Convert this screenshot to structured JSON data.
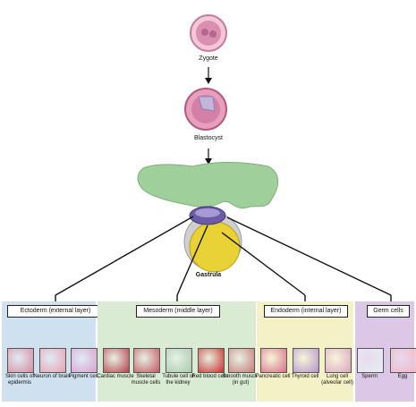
{
  "stages": {
    "zygote": "Zygote",
    "blastocyst": "Blastocyst",
    "gastrula": "Gastrula"
  },
  "layers": [
    {
      "name": "Ectoderm (external layer)",
      "color": "#cfe1ee",
      "cells": [
        {
          "label": "Skin cells of epidermis",
          "color": "#d98aa0"
        },
        {
          "label": "Neuron of brain",
          "color": "#e8a0b2"
        },
        {
          "label": "Pigment cell",
          "color": "#d9a0d0"
        }
      ]
    },
    {
      "name": "Mesoderm (middle layer)",
      "color": "#d9ebd3",
      "cells": [
        {
          "label": "Cardiac muscle",
          "color": "#b9404e"
        },
        {
          "label": "Skeletal muscle cells",
          "color": "#c45563"
        },
        {
          "label": "Tubule cell of the kidney",
          "color": "#a9c8b0"
        },
        {
          "label": "Red blood cells",
          "color": "#cc2a2a"
        },
        {
          "label": "Smooth muscle (in gut)",
          "color": "#c97a7a"
        }
      ]
    },
    {
      "name": "Endoderm (internal layer)",
      "color": "#f4f1c6",
      "cells": [
        {
          "label": "Pancreatic cell",
          "color": "#d56f8a"
        },
        {
          "label": "Thyroid cell",
          "color": "#b394cc"
        },
        {
          "label": "Lung cell (alveolar cell)",
          "color": "#d9a6c2"
        }
      ]
    },
    {
      "name": "Germ cells",
      "color": "#dcc8e6",
      "cells": [
        {
          "label": "Sperm",
          "color": "#e6eef2"
        },
        {
          "label": "Egg",
          "color": "#f0b6c7"
        }
      ]
    }
  ]
}
